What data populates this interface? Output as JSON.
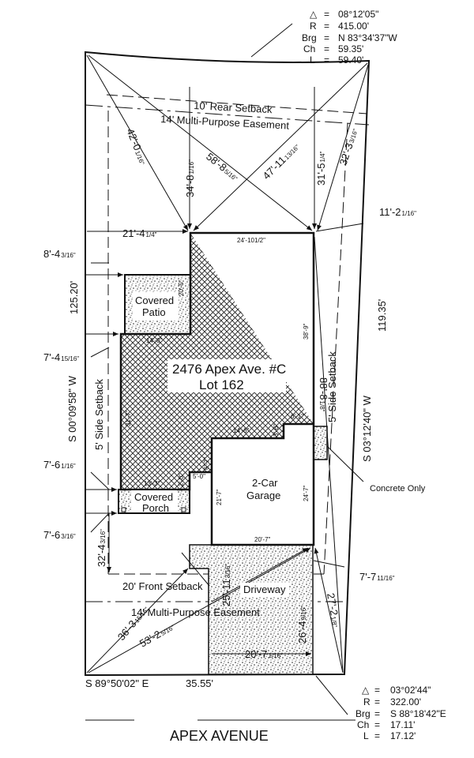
{
  "address": "2476 Apex Ave. #C",
  "lot": "Lot 162",
  "street": "APEX AVENUE",
  "labels": {
    "rear_setback": "10' Rear Setback",
    "easement_rear": "14' Multi-Purpose Easement",
    "easement_front": "14' Multi-Purpose Easement",
    "front_setback": "20' Front Setback",
    "side_setback_left": "5' Side Setback",
    "side_setback_right": "5' Side Setback",
    "covered_patio_1": "Covered",
    "covered_patio_2": "Patio",
    "covered_porch_1": "Covered",
    "covered_porch_2": "Porch",
    "garage_1": "2-Car",
    "garage_2": "Garage",
    "driveway": "Driveway",
    "concrete_only": "Concrete Only"
  },
  "curve_top": {
    "delta_symbol": "△",
    "delta": "08°12'05\"",
    "r_label": "R",
    "r": "415.00'",
    "brg_label": "Brg",
    "brg": "N 83°34'37\"W",
    "ch_label": "Ch",
    "ch": "59.35'",
    "l_label": "L",
    "l": "59.40'"
  },
  "curve_bottom": {
    "delta_symbol": "△",
    "delta": "03°02'44\"",
    "r_label": "R",
    "r": "322.00'",
    "brg_label": "Brg",
    "brg": "S 88°18'42\"E",
    "ch_label": "Ch",
    "ch": "17.11'",
    "l_label": "L",
    "l": "17.12'"
  },
  "boundary": {
    "west_bearing": "S 00°09'58\" W",
    "east_bearing": "S 03°12'40\" W",
    "east_length": "119.35'",
    "west_length": "125.20'",
    "south_bearing": "S 89°50'02\" E",
    "south_length": "35.55'"
  },
  "dimensions": {
    "d_42_0": "42'-0",
    "d_42_0_frac": "1/16\"",
    "d_58_8": "58'-8",
    "d_58_8_frac": "5/16\"",
    "d_34_8": "34'-8",
    "d_34_8_frac": "1/16\"",
    "d_47_11": "47'-11",
    "d_47_11_frac": "13/16\"",
    "d_31_5": "31'-5",
    "d_31_5_frac": "1/4\"",
    "d_32_3": "32'-3",
    "d_32_3_frac": "3/16\"",
    "d_11_2": "11'-2",
    "d_11_2_frac": "1/16\"",
    "d_21_4": "21'-4",
    "d_21_4_frac": "1/4\"",
    "d_8_4": "8'-4",
    "d_8_4_frac": "3/16\"",
    "d_7_4": "7'-4",
    "d_7_4_frac": "15/16\"",
    "d_7_6a": "7'-6",
    "d_7_6a_frac": "1/16\"",
    "d_7_6b": "7'-6",
    "d_7_6b_frac": "3/16\"",
    "d_32_4": "32'-4",
    "d_32_4_frac": "3/16\"",
    "d_36_3": "36'-3",
    "d_36_3_frac": "15/16\"",
    "d_53_2": "53'-2",
    "d_53_2_frac": "5/16\"",
    "d_25_11": "25'-11",
    "d_25_11_frac": "3/16\"",
    "d_26_4": "26'-4",
    "d_26_4_frac": "9/16\"",
    "d_20_7": "20'-7",
    "d_20_7_frac": "1/16\"",
    "d_27_2": "27'-2",
    "d_27_2_frac": "1/8\"",
    "d_7_7": "7'-7",
    "d_7_7_frac": "11/16\"",
    "d_88_8": "88'-8",
    "d_88_8_frac": "1/8\""
  },
  "house_dims": {
    "h_24_10": "24'-10",
    "h_24_10_frac": "1/2\"",
    "h_20_5": "20'-5\"",
    "h_14_0": "14'-0\"",
    "h_38_9": "38'-9\"",
    "h_31_7": "31'-7\"",
    "h_14_6": "14'-6\"",
    "h_3_6": "3'-6\"",
    "h_6_1": "6'-1\"",
    "h_13_3": "13'-3\"",
    "h_2_0": "2'-0\"",
    "h_5_0": "5'-0\"",
    "h_6_7": "6'-7\"",
    "h_21_7": "21'-7\"",
    "h_24_7": "24'-7\"",
    "h_20_7": "20'-7\""
  }
}
